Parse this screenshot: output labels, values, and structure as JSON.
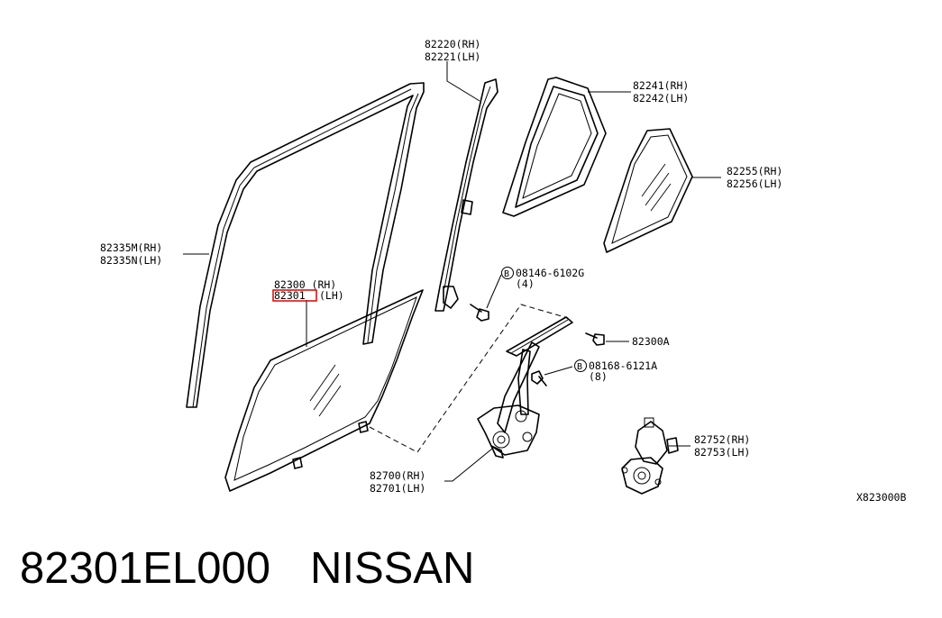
{
  "diagram": {
    "callouts": {
      "sash_rh": "82220(RH)",
      "sash_lh": "82221(LH)",
      "partition_rh": "82241(RH)",
      "partition_lh": "82242(LH)",
      "corner_glass_rh": "82255(RH)",
      "corner_glass_lh": "82256(LH)",
      "run_rh": "82335M(RH)",
      "run_lh": "82335N(LH)",
      "bolt_code": "08146-6102G",
      "bolt_qty": "(4)",
      "glass_rh": "82300 (RH)",
      "glass_lh_part": "82301",
      "glass_lh_side": "(LH)",
      "bolt_a": "82300A",
      "bolt2_code": "08168-6121A",
      "bolt2_qty": "(8)",
      "regulator_rh": "82700(RH)",
      "regulator_lh": "82701(LH)",
      "motor_rh": "82752(RH)",
      "motor_lh": "82753(LH)",
      "bolt_symbol": "B"
    },
    "diagram_code": "X823000B",
    "highlight_color": "#e00000"
  },
  "caption": {
    "part_number": "82301EL000",
    "brand": "NISSAN"
  }
}
